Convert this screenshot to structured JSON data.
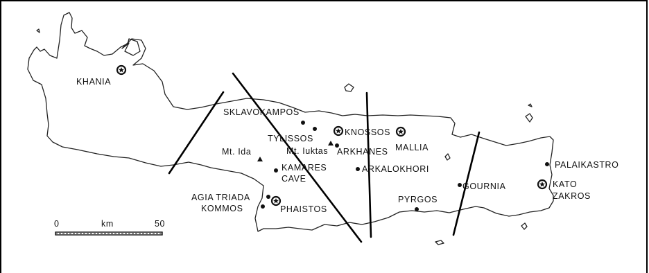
{
  "map": {
    "palatial_centres": [
      {
        "id": "khania",
        "name": "KHANIA"
      },
      {
        "id": "knossos",
        "name": "KNOSSOS"
      },
      {
        "id": "mallia",
        "name": "MALLIA"
      },
      {
        "id": "phaistos",
        "name": "PHAISTOS"
      },
      {
        "id": "kato-zakros",
        "name_line1": "KATO",
        "name_line2": "ZAKROS"
      }
    ],
    "sites": [
      {
        "id": "sklavokampos",
        "name": "SKLAVOKAMPOS"
      },
      {
        "id": "tylissos",
        "name": "TYLISSOS"
      },
      {
        "id": "arkhanes",
        "name": "ARKHANES"
      },
      {
        "id": "kamares",
        "name_line1": "KAMARES",
        "name_line2": "CAVE"
      },
      {
        "id": "arkalokhori",
        "name": "ARKALOKHORI"
      },
      {
        "id": "agia-triada",
        "name": "AGIA TRIADA"
      },
      {
        "id": "kommos",
        "name": "KOMMOS"
      },
      {
        "id": "pyrgos",
        "name": "PYRGOS"
      },
      {
        "id": "gournia",
        "name": "GOURNIA"
      },
      {
        "id": "palaikastro",
        "name": "PALAIKASTRO"
      }
    ],
    "mountains": [
      {
        "id": "ida",
        "name": "Mt. Ida"
      },
      {
        "id": "iuktas",
        "name": "Mt. Iuktas"
      }
    ],
    "scale": {
      "start": "0",
      "unit": "km",
      "end": "50"
    }
  }
}
